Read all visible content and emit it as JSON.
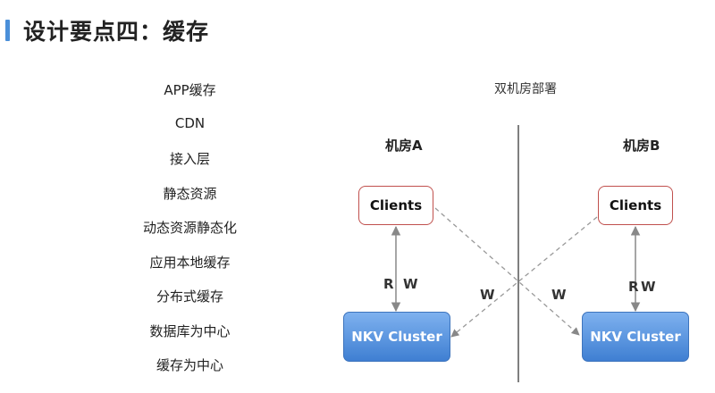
{
  "title": "设计要点四：缓存",
  "list_items": [
    "APP缓存",
    "CDN",
    "接入层",
    "静态资源",
    "动态资源静态化",
    "应用本地缓存",
    "分布式缓存",
    "数据库为中心",
    "缓存为中心"
  ],
  "diagram": {
    "caption": "双机房部署",
    "room_a": {
      "label": "机房A",
      "client_label": "Clients",
      "cluster_label": "NKV Cluster",
      "read_label": "R",
      "write_label": "W"
    },
    "room_b": {
      "label": "机房B",
      "client_label": "Clients",
      "cluster_label": "NKV Cluster",
      "read_label": "R",
      "write_label": "W"
    },
    "cross_write_a_label": "W",
    "cross_write_b_label": "W"
  },
  "colors": {
    "accent_bar": "#4a8fd9",
    "client_border": "#c0504d",
    "cluster_fill": "#4f8ad8"
  }
}
